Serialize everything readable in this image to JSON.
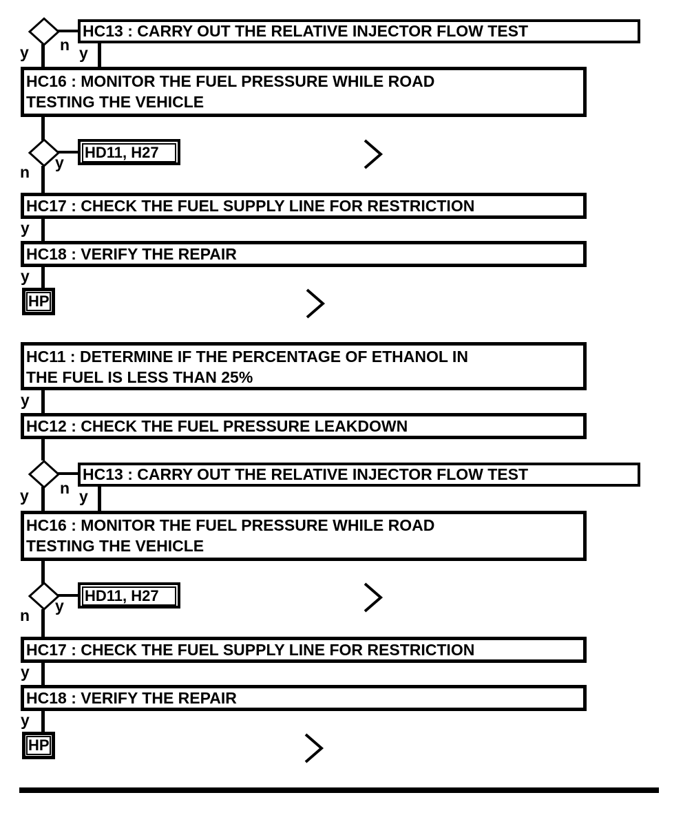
{
  "diagram": {
    "branch_labels": {
      "yes": "y",
      "no": "n"
    },
    "nodes": {
      "hc13": "HC13 : CARRY OUT THE RELATIVE INJECTOR FLOW TEST",
      "hc16_line1": "HC16 : MONITOR THE FUEL PRESSURE WHILE ROAD",
      "hc16_line2": "TESTING THE VEHICLE",
      "hd11": "HD11, H27",
      "hc17": "HC17 : CHECK THE FUEL SUPPLY LINE FOR RESTRICTION",
      "hc18": "HC18 : VERIFY THE REPAIR",
      "hp": "HP",
      "hc11_line1": "HC11 : DETERMINE IF THE PERCENTAGE OF ETHANOL IN",
      "hc11_line2": "THE FUEL IS LESS THAN 25%",
      "hc12": "HC12 : CHECK THE FUEL PRESSURE LEAKDOWN"
    },
    "icons": {
      "decision_diamond": "◇",
      "continuation_chevron": ">"
    },
    "colors": {
      "ink": "#000000",
      "background": "#ffffff"
    }
  }
}
